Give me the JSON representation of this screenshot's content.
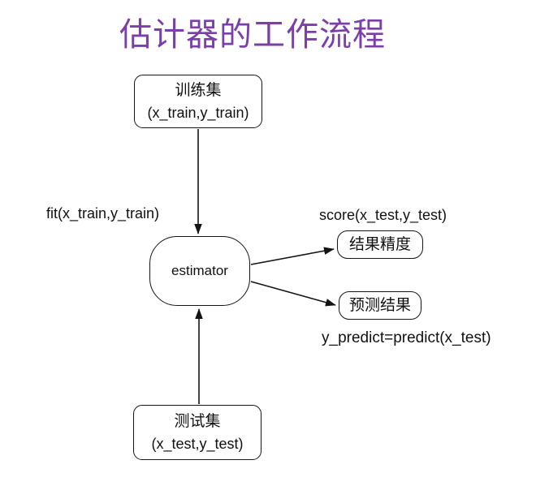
{
  "title": "估计器的工作流程",
  "colors": {
    "title": "#7B3FA8",
    "stroke": "#141414",
    "background": "#FFFFFF"
  },
  "nodes": {
    "train": {
      "line1": "训练集",
      "line2": "(x_train,y_train)"
    },
    "estimator": {
      "label": "estimator"
    },
    "accuracy": {
      "label": "结果精度"
    },
    "predict": {
      "label": "预测结果"
    },
    "test": {
      "line1": "测试集",
      "line2": "(x_test,y_test)"
    }
  },
  "edge_labels": {
    "fit": "fit(x_train,y_train)",
    "score": "score(x_test,y_test)",
    "predict_expr": "y_predict=predict(x_test)"
  }
}
